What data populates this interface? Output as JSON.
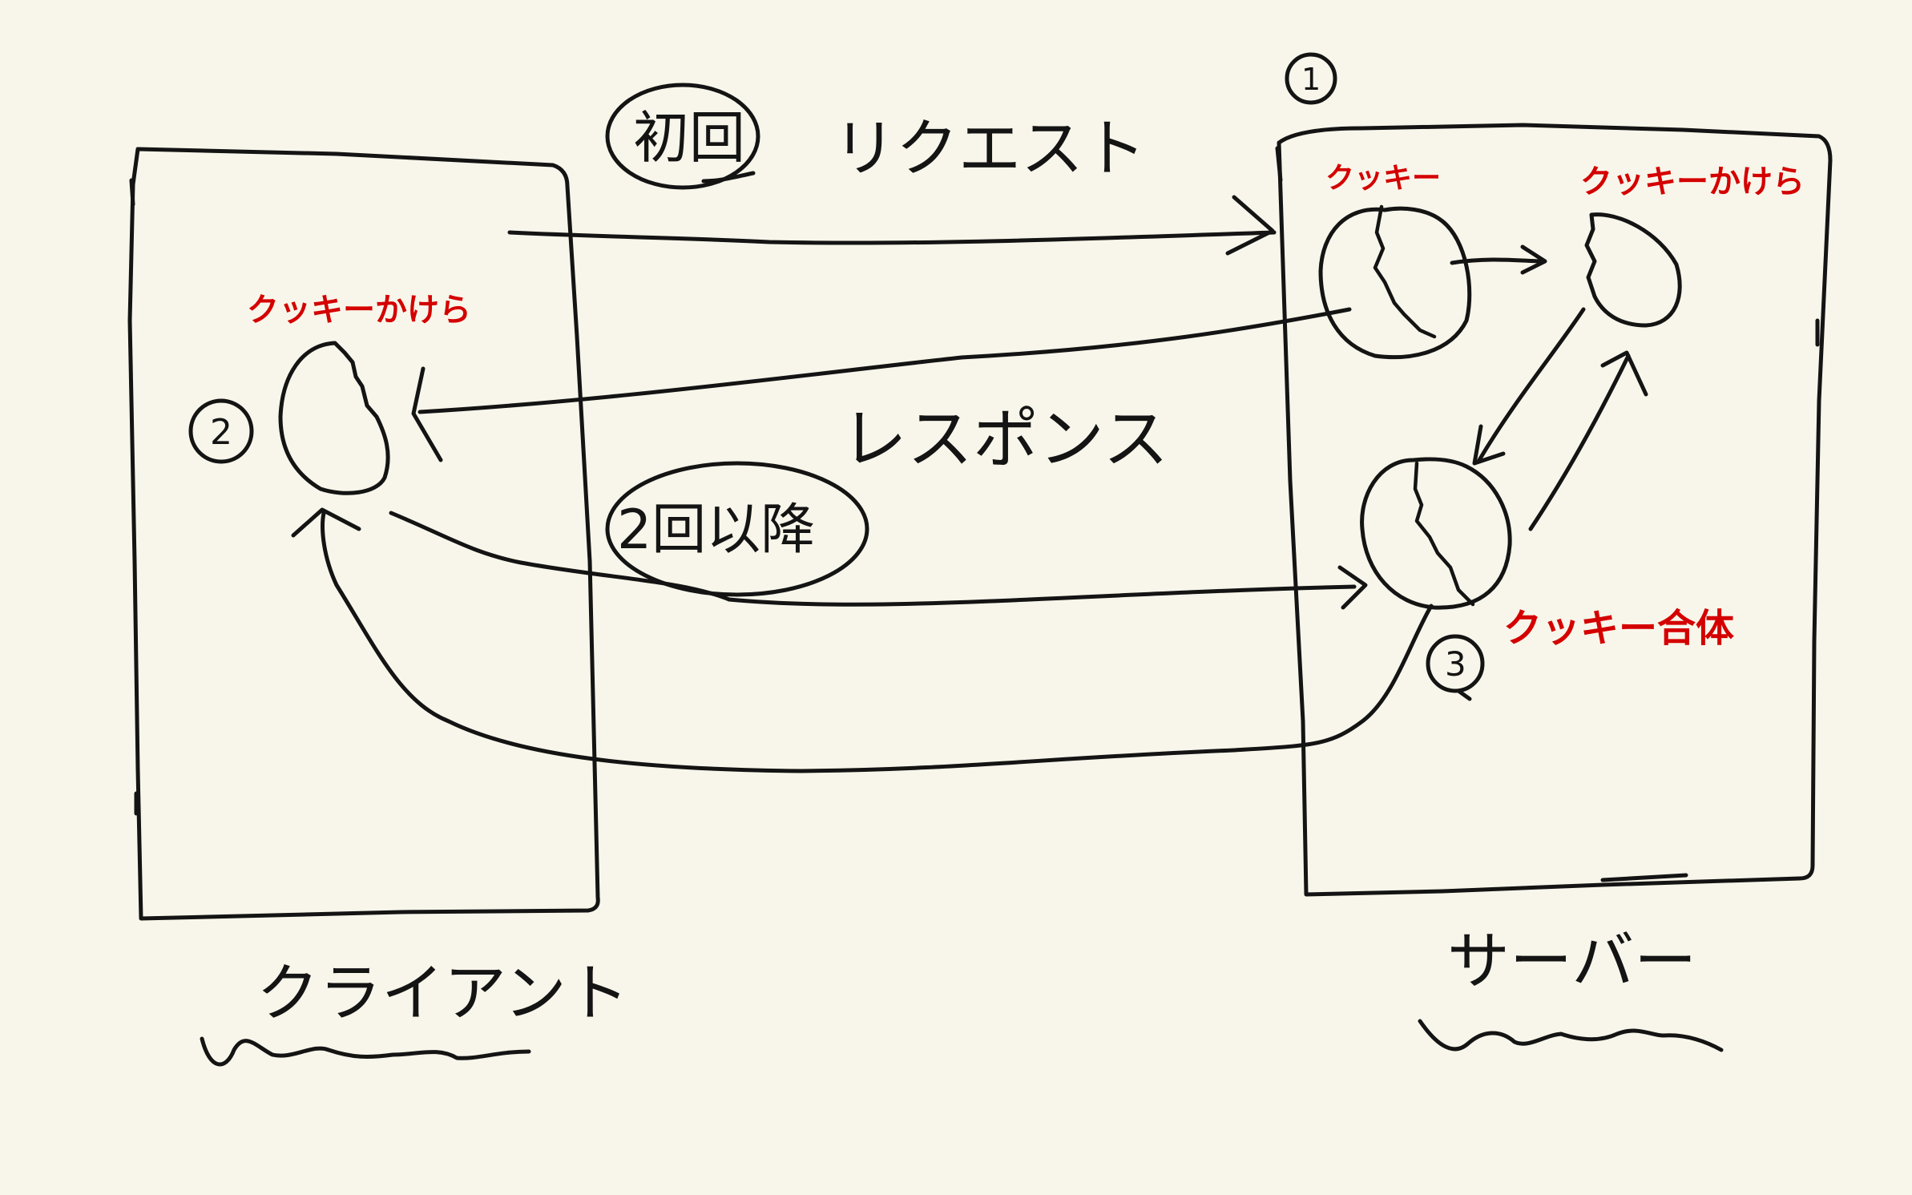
{
  "colors": {
    "paper": "#f8f6ea",
    "ink": "#141414",
    "annotation_red": "#d40000"
  },
  "labels": {
    "client": "クライアント",
    "server": "サーバー",
    "first_time": "初回",
    "request": "リクエスト",
    "response": "レスポンス",
    "second_time_onward": "2回以降"
  },
  "red_notes": {
    "cookie": "クッキー",
    "cookie_split_server": "クッキーかけら",
    "cookie_split_client": "クッキーかけら",
    "cookie_merged": "クッキー合体"
  },
  "step_numbers": {
    "step1": "1",
    "step2": "2",
    "step3": "3"
  }
}
